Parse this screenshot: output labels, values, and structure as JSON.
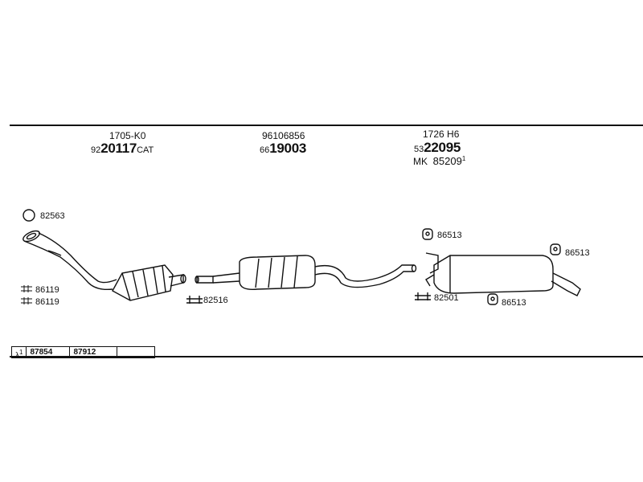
{
  "part_groups": [
    {
      "ref": "1705-K0",
      "prefix": "92",
      "number": "20117",
      "suffix": "CAT"
    },
    {
      "ref": "96106856",
      "prefix": "66",
      "number": "19003",
      "suffix": ""
    },
    {
      "ref": "1726 H6",
      "prefix": "53",
      "number": "22095",
      "suffix": ""
    }
  ],
  "extra_part": {
    "prefix": "MK",
    "number": "85209",
    "superscript": "1"
  },
  "callouts": {
    "gasket": "82563",
    "bolt_1": "86119",
    "bolt_2": "86119",
    "clamp_front": "82516",
    "hanger_rear_top": "86513",
    "hanger_rear_right": "86513",
    "clamp_rear": "82501",
    "hanger_rear_bottom": "86513"
  },
  "table": {
    "symbol": "λ",
    "symbol_sup": "1",
    "cells": [
      "87854",
      "87912",
      ""
    ]
  }
}
